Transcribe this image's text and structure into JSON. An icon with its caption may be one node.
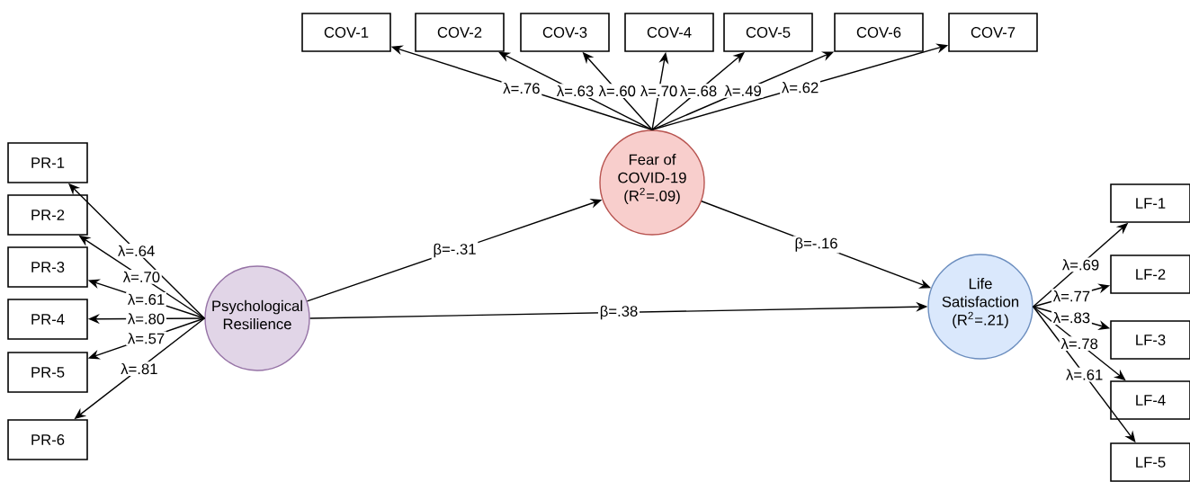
{
  "diagram": {
    "nodes": [
      {
        "text": [
          "COV-1"
        ]
      },
      {
        "text": [
          "COV-2"
        ]
      },
      {
        "text": [
          "COV-3"
        ]
      },
      {
        "text": [
          "COV-4"
        ]
      },
      {
        "text": [
          "COV-5"
        ]
      },
      {
        "text": [
          "COV-6"
        ]
      },
      {
        "text": [
          "COV-7"
        ]
      },
      {
        "text": [
          "Fear of COVID-19 (R$^{2}$=.09)"
        ]
      },
      {
        "text": [
          "PR-1"
        ]
      },
      {
        "text": [
          "PR-2"
        ]
      },
      {
        "text": [
          "PR-3"
        ]
      },
      {
        "text": [
          "PR-4"
        ]
      },
      {
        "text": [
          "PR-5"
        ]
      },
      {
        "text": [
          "PR-6"
        ]
      },
      {
        "text": [
          "Psychological Resilience"
        ]
      },
      {
        "text": [
          "LF-1"
        ]
      },
      {
        "text": [
          "LF-2"
        ]
      },
      {
        "text": [
          "LF-3"
        ]
      },
      {
        "text": [
          "LF-4"
        ]
      },
      {
        "text": [
          "LF-5"
        ]
      },
      {
        "text": [
          "Life Satisfaction (R$^{2}$=.21)"
        ]
      }
    ],
    "edges": [
      {
        "from": 7,
        "to": 0,
        "arrow": "to",
        "label": "λ=.76"
      },
      {
        "from": 7,
        "to": 1,
        "arrow": "to",
        "label": "λ=.63"
      },
      {
        "from": 7,
        "to": 2,
        "arrow": "to",
        "label": "λ=.60"
      },
      {
        "from": 7,
        "to": 3,
        "arrow": "to",
        "label": "λ=.70"
      },
      {
        "from": 7,
        "to": 4,
        "arrow": "to",
        "label": "λ=.68"
      },
      {
        "from": 7,
        "to": 5,
        "arrow": "to",
        "label": "λ=.49"
      },
      {
        "from": 7,
        "to": 6,
        "arrow": "to",
        "label": "λ=.62"
      },
      {
        "from": 14,
        "to": 8,
        "arrow": "to",
        "label": "λ=.64"
      },
      {
        "from": 14,
        "to": 9,
        "arrow": "to",
        "label": "λ=.70"
      },
      {
        "from": 14,
        "to": 10,
        "arrow": "to",
        "label": "λ=.61"
      },
      {
        "from": 14,
        "to": 11,
        "arrow": "to",
        "label": "λ=.80"
      },
      {
        "from": 14,
        "to": 12,
        "arrow": "to",
        "label": "λ=.57"
      },
      {
        "from": 14,
        "to": 13,
        "arrow": "to",
        "label": "λ=.81"
      },
      {
        "from": 20,
        "to": 15,
        "arrow": "to",
        "label": "λ=.69"
      },
      {
        "from": 20,
        "to": 16,
        "arrow": "to",
        "label": "λ=.77"
      },
      {
        "from": 20,
        "to": 17,
        "arrow": "to",
        "label": "λ=.83"
      },
      {
        "from": 20,
        "to": 18,
        "arrow": "to",
        "label": "λ=.78"
      },
      {
        "from": 20,
        "to": 19,
        "arrow": "to",
        "label": "λ=.61"
      },
      {
        "from": 14,
        "to": 7,
        "arrow": "to",
        "label": "β=-.31"
      },
      {
        "from": 7,
        "to": 20,
        "arrow": "to",
        "label": "β=-.16"
      },
      {
        "from": 14,
        "to": 20,
        "arrow": "to",
        "label": "β=.38"
      }
    ]
  }
}
